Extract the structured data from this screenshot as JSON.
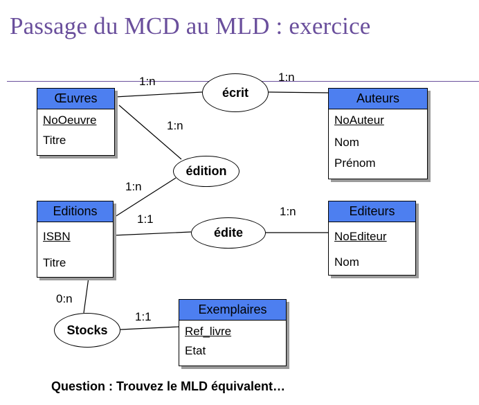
{
  "title": "Passage du MCD au MLD : exercice",
  "colors": {
    "title": "#6a4f9c",
    "entity_header": "#4d7ff0",
    "line": "#000000"
  },
  "entities": {
    "oeuvres": {
      "name": "Œuvres",
      "key": "NoOeuvre",
      "attrs": [
        "Titre"
      ]
    },
    "auteurs": {
      "name": "Auteurs",
      "key": "NoAuteur",
      "attrs": [
        "Nom",
        "Prénom"
      ]
    },
    "editions": {
      "name": "Editions",
      "key": "ISBN",
      "attrs": [
        "Titre"
      ]
    },
    "editeurs": {
      "name": "Editeurs",
      "key": "NoEditeur",
      "attrs": [
        "Nom"
      ]
    },
    "exemplaires": {
      "name": "Exemplaires",
      "key": "Ref_livre",
      "attrs": [
        "Etat"
      ]
    }
  },
  "associations": {
    "ecrit": "écrit",
    "edition": "édition",
    "edite": "édite",
    "stocks": "Stocks"
  },
  "cardinalities": {
    "oeuvres_ecrit": "1:n",
    "auteurs_ecrit": "1:n",
    "oeuvres_edition": "1:n",
    "editions_edition": "1:n",
    "editions_edite": "1:1",
    "editeurs_edite": "1:n",
    "editions_stocks": "0:n",
    "exemplaires_stocks": "1:1"
  },
  "question": "Question : Trouvez le MLD équivalent…"
}
